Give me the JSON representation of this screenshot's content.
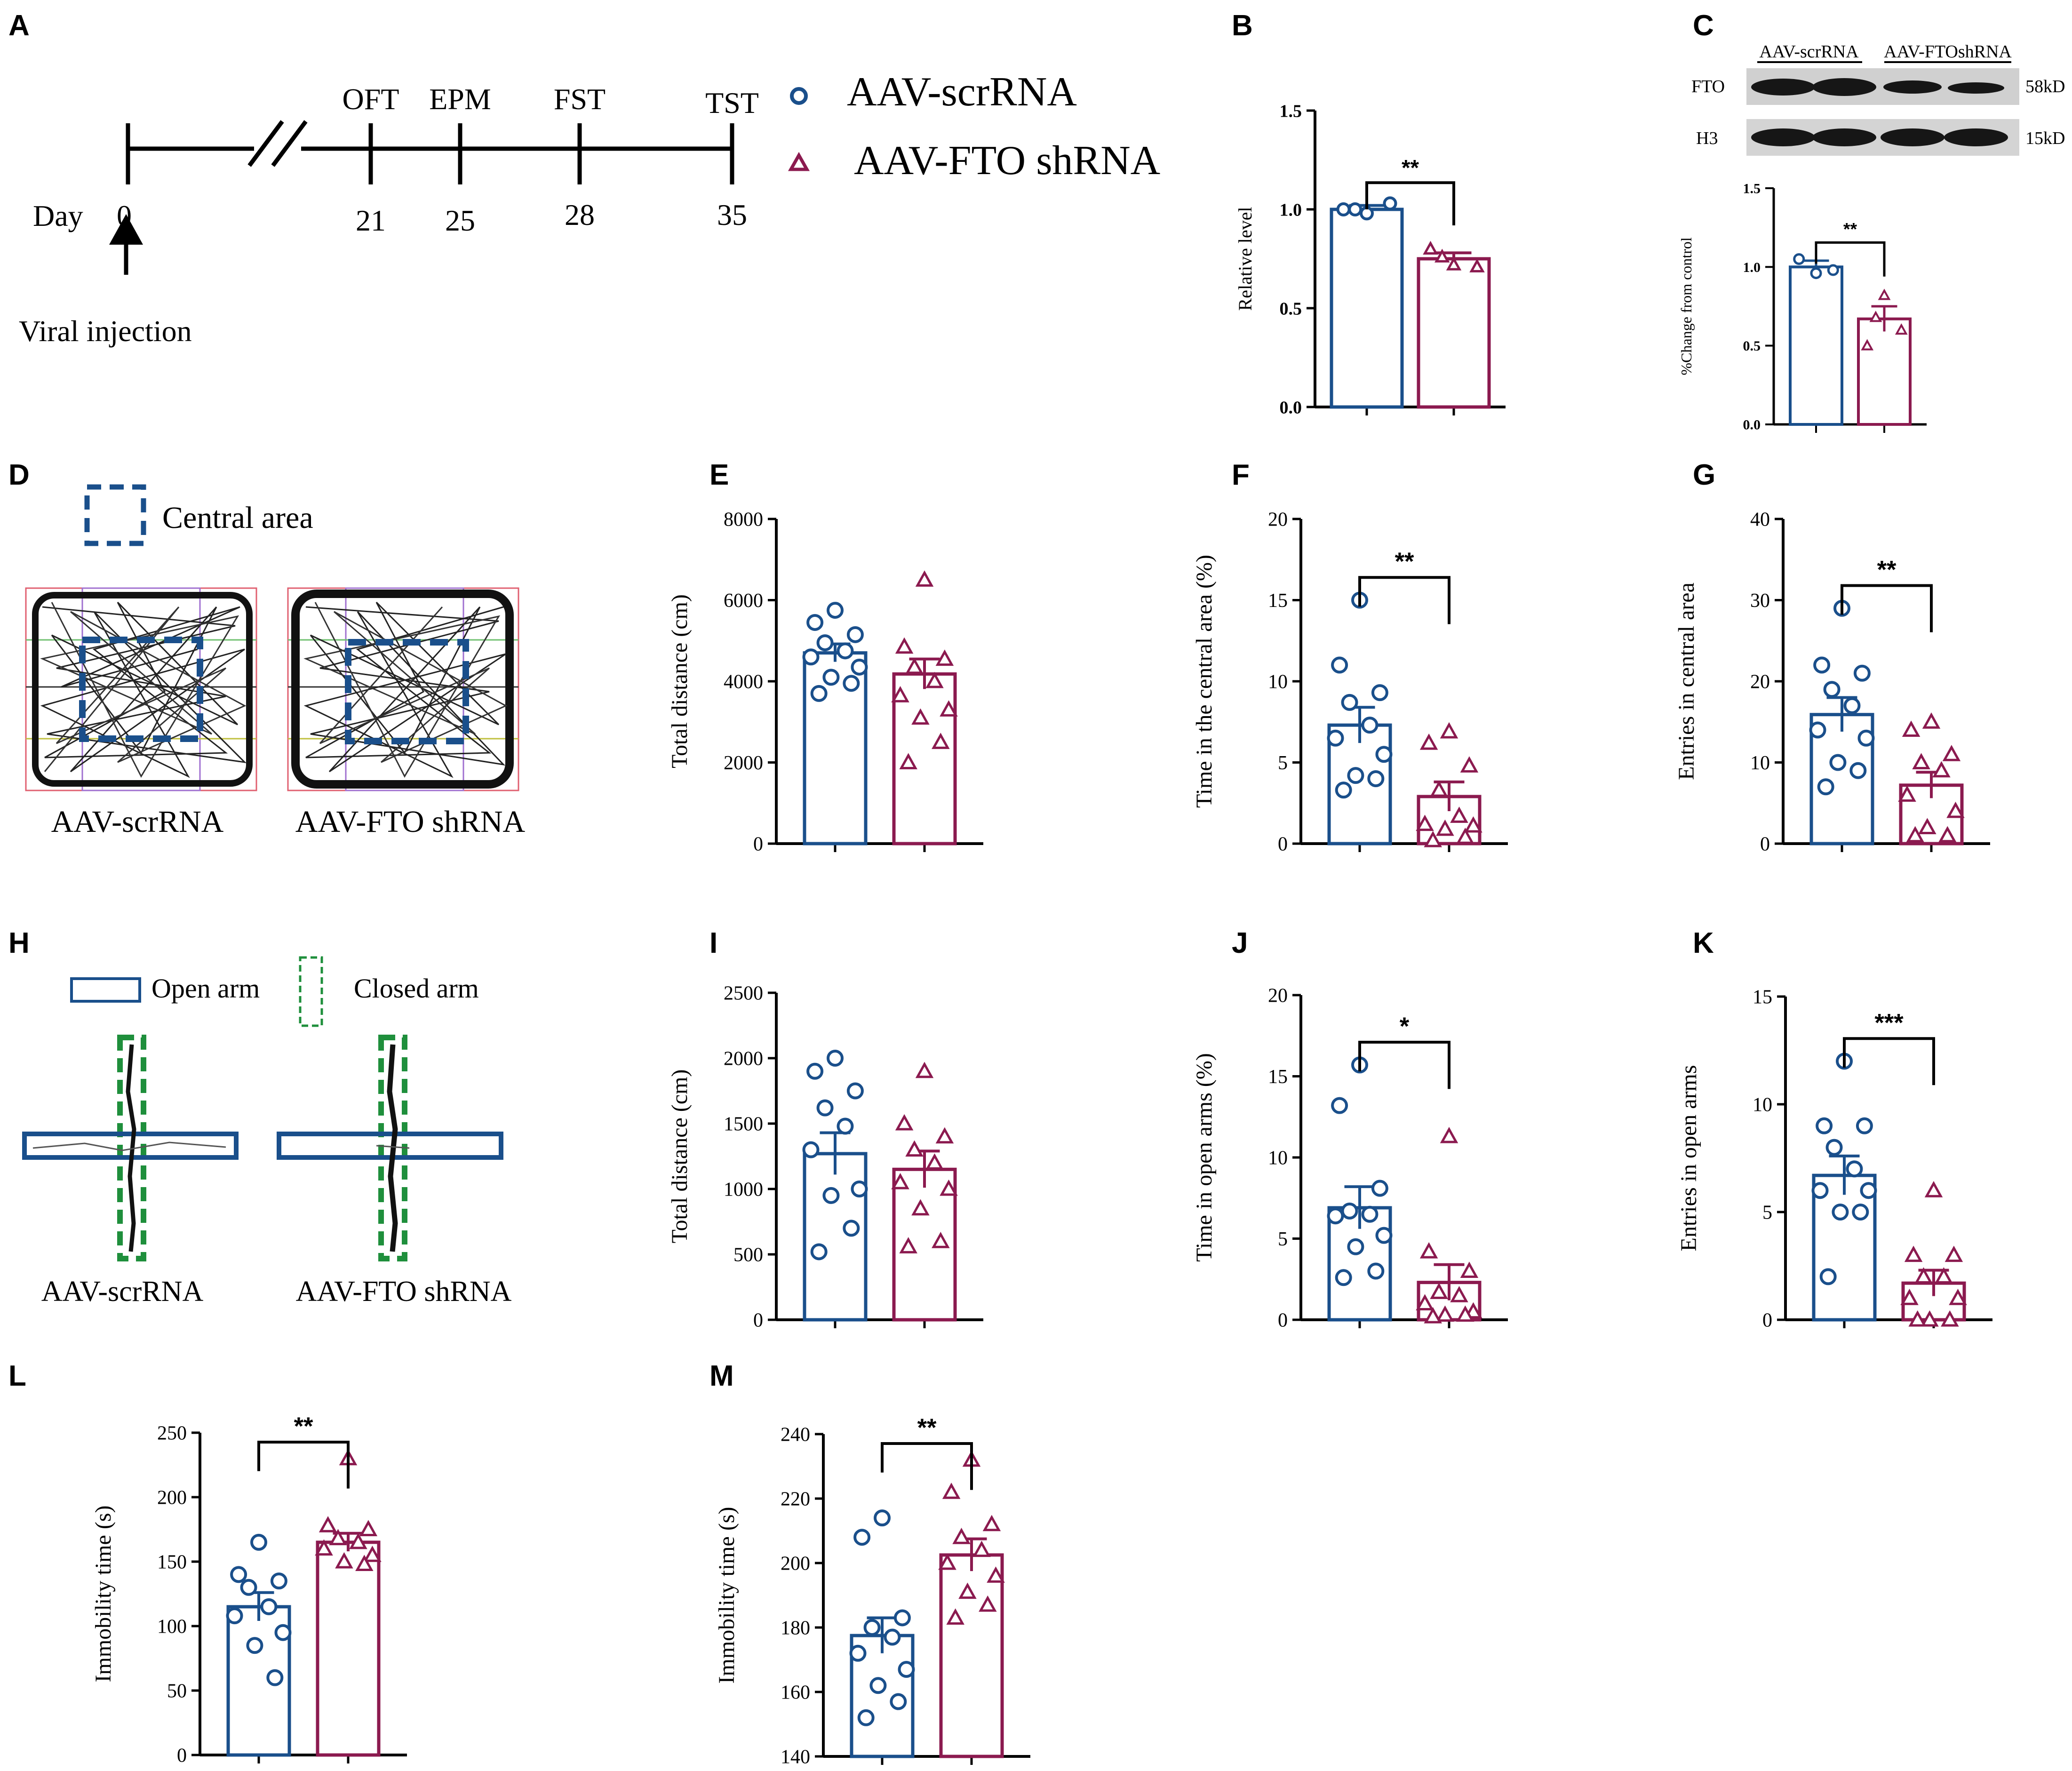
{
  "colors": {
    "scr": "#1a4f8b",
    "fto": "#8b1a4f",
    "green": "#1f8f3c",
    "black": "#000000"
  },
  "panel_labels": [
    "A",
    "B",
    "C",
    "D",
    "E",
    "F",
    "G",
    "H",
    "I",
    "J",
    "K",
    "L",
    "M"
  ],
  "legend": {
    "scr": "AAV-scrRNA",
    "fto": "AAV-FTO shRNA"
  },
  "timeline": {
    "day_label": "Day",
    "start_day": "0",
    "injection_label": "Viral injection",
    "tests": [
      {
        "name": "OFT",
        "day": "21"
      },
      {
        "name": "EPM",
        "day": "25"
      },
      {
        "name": "FST",
        "day": "28"
      },
      {
        "name": "TST",
        "day": "35"
      }
    ]
  },
  "western": {
    "group_labels": [
      "AAV-scrRNA",
      "AAV-FTOshRNA"
    ],
    "rows": [
      {
        "protein": "FTO",
        "size": "58kD"
      },
      {
        "protein": "H3",
        "size": "15kD"
      }
    ]
  },
  "open_field": {
    "legend_label": "Central area",
    "group_labels": [
      "AAV-scrRNA",
      "AAV-FTO shRNA"
    ]
  },
  "maze": {
    "open_label": "Open arm",
    "closed_label": "Closed arm",
    "group_labels": [
      "AAV-scrRNA",
      "AAV-FTO shRNA"
    ]
  },
  "chart_data": [
    {
      "panel": "B",
      "type": "bar",
      "ylabel": "Relative level",
      "ylim": [
        0,
        1.5
      ],
      "yticks": [
        "0.0",
        "0.5",
        "1.0",
        "1.5"
      ],
      "significance": "**",
      "series": [
        {
          "name": "AAV-scrRNA",
          "mean": 1.0,
          "sem": 0.02,
          "points": [
            0.98,
            1.0,
            1.03,
            1.0
          ]
        },
        {
          "name": "AAV-FTO shRNA",
          "mean": 0.75,
          "sem": 0.03,
          "points": [
            0.72,
            0.8,
            0.71,
            0.76
          ]
        }
      ]
    },
    {
      "panel": "C",
      "type": "bar",
      "ylabel": "%Change from control",
      "ylim": [
        0,
        1.5
      ],
      "yticks": [
        "0.0",
        "0.5",
        "1.0",
        "1.5"
      ],
      "significance": "**",
      "series": [
        {
          "name": "AAV-scrRNA",
          "mean": 1.0,
          "sem": 0.04,
          "points": [
            0.96,
            1.05,
            0.98
          ]
        },
        {
          "name": "AAV-FTO shRNA",
          "mean": 0.67,
          "sem": 0.08,
          "points": [
            0.82,
            0.5,
            0.6,
            0.68
          ]
        }
      ]
    },
    {
      "panel": "E",
      "type": "bar",
      "ylabel": "Total distance (cm)",
      "ylim": [
        0,
        8000
      ],
      "yticks": [
        "0",
        "2000",
        "4000",
        "6000",
        "8000"
      ],
      "significance": "",
      "series": [
        {
          "name": "AAV-scrRNA",
          "mean": 4700,
          "sem": 220,
          "points": [
            5750,
            5450,
            5150,
            4950,
            4750,
            4600,
            4350,
            4100,
            3950,
            3700
          ]
        },
        {
          "name": "AAV-FTO shRNA",
          "mean": 4180,
          "sem": 370,
          "points": [
            6500,
            4850,
            4550,
            4350,
            4000,
            3650,
            3300,
            3100,
            2500,
            2000
          ]
        }
      ]
    },
    {
      "panel": "F",
      "type": "bar",
      "ylabel": "Time  in the central area (%)",
      "ylim": [
        0,
        20
      ],
      "yticks": [
        "0",
        "5",
        "10",
        "15",
        "20"
      ],
      "significance": "**",
      "series": [
        {
          "name": "AAV-scrRNA",
          "mean": 7.3,
          "sem": 1.1,
          "points": [
            15.0,
            11.0,
            9.3,
            8.7,
            7.3,
            6.5,
            5.5,
            4.2,
            4.0,
            3.3
          ]
        },
        {
          "name": "AAV-FTO shRNA",
          "mean": 2.9,
          "sem": 0.9,
          "points": [
            6.9,
            6.2,
            4.8,
            3.3,
            1.7,
            1.2,
            1.1,
            0.9,
            0.4,
            0.2
          ]
        }
      ]
    },
    {
      "panel": "G",
      "type": "bar",
      "ylabel": "Entries in central area",
      "ylim": [
        0,
        40
      ],
      "yticks": [
        "0",
        "10",
        "20",
        "30",
        "40"
      ],
      "significance": "**",
      "series": [
        {
          "name": "AAV-scrRNA",
          "mean": 15.9,
          "sem": 2.1,
          "points": [
            29,
            22,
            21,
            19,
            17,
            14,
            13,
            10,
            9,
            7
          ]
        },
        {
          "name": "AAV-FTO shRNA",
          "mean": 7.2,
          "sem": 1.6,
          "points": [
            15,
            14,
            11,
            10,
            9,
            6,
            4,
            2,
            1,
            1
          ]
        }
      ]
    },
    {
      "panel": "I",
      "type": "bar",
      "ylabel": "Total distance (cm)",
      "ylim": [
        0,
        2500
      ],
      "yticks": [
        "0",
        "500",
        "1000",
        "1500",
        "2000",
        "2500"
      ],
      "significance": "",
      "series": [
        {
          "name": "AAV-scrRNA",
          "mean": 1270,
          "sem": 160,
          "points": [
            2000,
            1900,
            1750,
            1620,
            1480,
            1300,
            1000,
            950,
            700,
            520
          ]
        },
        {
          "name": "AAV-FTO shRNA",
          "mean": 1150,
          "sem": 140,
          "points": [
            1900,
            1500,
            1400,
            1300,
            1200,
            1050,
            1000,
            850,
            600,
            560
          ]
        }
      ]
    },
    {
      "panel": "J",
      "type": "bar",
      "ylabel": "Time in open arms (%)",
      "ylim": [
        0,
        20
      ],
      "yticks": [
        "0",
        "5",
        "10",
        "15",
        "20"
      ],
      "significance": "*",
      "series": [
        {
          "name": "AAV-scrRNA",
          "mean": 6.9,
          "sem": 1.3,
          "points": [
            15.7,
            13.2,
            8.1,
            6.7,
            6.5,
            6.4,
            5.2,
            4.5,
            3.0,
            2.6
          ]
        },
        {
          "name": "AAV-FTO shRNA",
          "mean": 2.3,
          "sem": 1.1,
          "points": [
            11.3,
            4.2,
            3.0,
            1.7,
            1.5,
            1.0,
            0.5,
            0.3,
            0.3,
            0.2
          ]
        }
      ]
    },
    {
      "panel": "K",
      "type": "bar",
      "ylabel": "Entries in open arms",
      "ylim": [
        0,
        15
      ],
      "yticks": [
        "0",
        "5",
        "10",
        "15"
      ],
      "significance": "***",
      "series": [
        {
          "name": "AAV-scrRNA",
          "mean": 6.7,
          "sem": 0.9,
          "points": [
            12,
            9,
            9,
            8,
            7,
            6,
            6,
            5,
            5,
            2
          ]
        },
        {
          "name": "AAV-FTO shRNA",
          "mean": 1.7,
          "sem": 0.6,
          "points": [
            6,
            3,
            3,
            2,
            2,
            1,
            1,
            0,
            0,
            0
          ]
        }
      ]
    },
    {
      "panel": "L",
      "type": "bar",
      "ylabel": "Immobility time (s)",
      "ylim": [
        0,
        250
      ],
      "yticks": [
        "0",
        "50",
        "100",
        "150",
        "200",
        "250"
      ],
      "significance": "**",
      "series": [
        {
          "name": "AAV-scrRNA",
          "mean": 115,
          "sem": 11,
          "points": [
            165,
            140,
            135,
            130,
            115,
            108,
            95,
            85,
            60
          ]
        },
        {
          "name": "AAV-FTO shRNA",
          "mean": 165,
          "sem": 7,
          "points": [
            230,
            178,
            175,
            168,
            165,
            160,
            155,
            150,
            148
          ]
        }
      ]
    },
    {
      "panel": "M",
      "type": "bar",
      "ylabel": "Immobility time (s)",
      "ylim": [
        140,
        240
      ],
      "yticks": [
        "140",
        "160",
        "180",
        "200",
        "220",
        "240"
      ],
      "significance": "**",
      "series": [
        {
          "name": "AAV-scrRNA",
          "mean": 177.5,
          "sem": 5.5,
          "points": [
            214,
            208,
            183,
            180,
            177,
            172,
            167,
            162,
            157,
            152
          ]
        },
        {
          "name": "AAV-FTO shRNA",
          "mean": 202.5,
          "sem": 5,
          "points": [
            232,
            222,
            212,
            208,
            204,
            200,
            196,
            191,
            187,
            183
          ]
        }
      ]
    }
  ]
}
